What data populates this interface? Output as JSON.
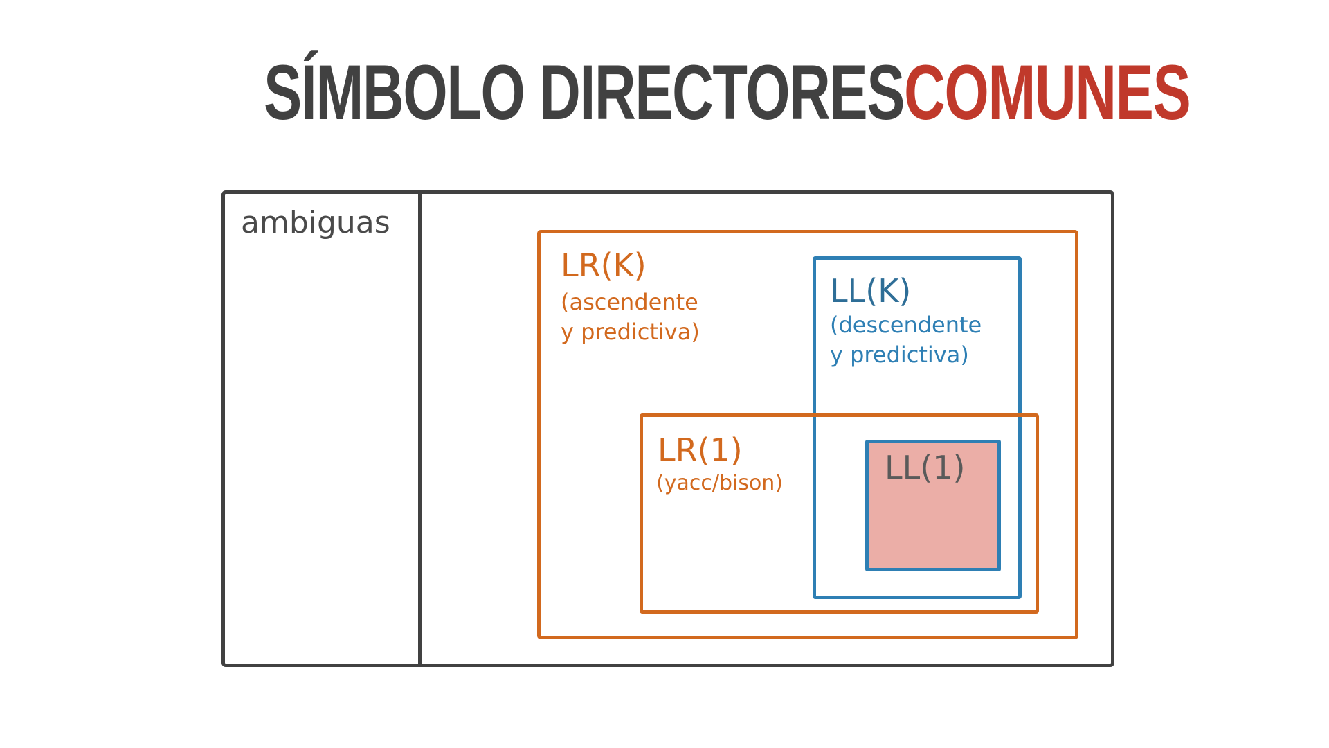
{
  "title": {
    "part1": "SÍMBOLO DIRECTORES",
    "part2": "COMUNES"
  },
  "diagram": {
    "ambiguas": "ambiguas",
    "lrk": {
      "label": "LR(K)",
      "sub_line1": "(ascendente",
      "sub_line2": "y predictiva)"
    },
    "llk": {
      "label": "LL(K)",
      "sub_line1": "(descendente",
      "sub_line2": "y predictiva)"
    },
    "lr1": {
      "label": "LR(1)",
      "sub": "(yacc/bison)"
    },
    "ll1": {
      "label": "LL(1)"
    }
  },
  "colors": {
    "title_dark": "#414141",
    "title_accent": "#c0392b",
    "frame": "#414141",
    "lr_orange": "#d2691e",
    "ll_blue": "#2e7fb4",
    "ll1_fill": "#ebaea7"
  }
}
